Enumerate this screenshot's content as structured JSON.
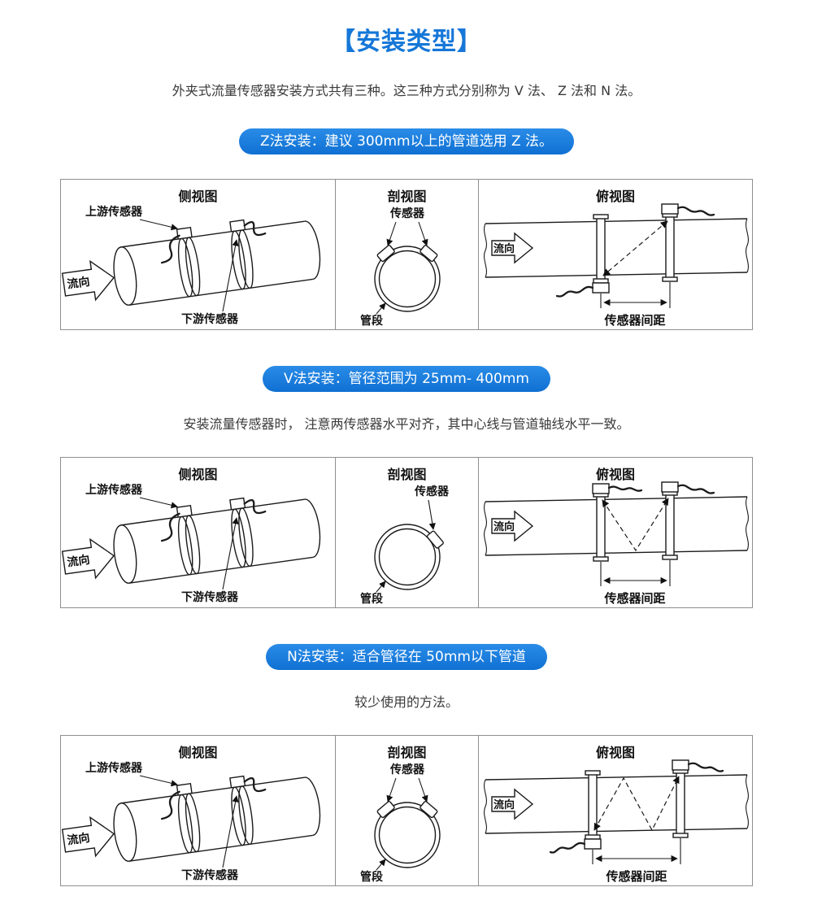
{
  "page": {
    "title": "【安装类型】",
    "intro": "外夹式流量传感器安装方式共有三种。这三种方式分别称为 V 法、 Z 法和 N 法。",
    "title_color": "#1577d8",
    "badge_color": "#1478dc"
  },
  "sections": [
    {
      "method": "Z",
      "badge": "Z法安装：建议 300mm以上的管道选用 Z 法。",
      "note": "",
      "views": {
        "side": "侧视图",
        "section": "剖视图",
        "top": "俯视图"
      },
      "labels": {
        "upstream": "上游传感器",
        "downstream": "下游传感器",
        "flow_side": "流向",
        "sensor": "传感器",
        "pipe": "管段",
        "flow_top": "流向",
        "spacing": "传感器间距"
      }
    },
    {
      "method": "V",
      "badge": "V法安装：管径范围为 25mm- 400mm",
      "note": "安装流量传感器时， 注意两传感器水平对齐，其中心线与管道轴线水平一致。",
      "views": {
        "side": "侧视图",
        "section": "剖视图",
        "top": "俯视图"
      },
      "labels": {
        "upstream": "上游传感器",
        "downstream": "下游传感器",
        "flow_side": "流向",
        "sensor": "传感器",
        "pipe": "管段",
        "flow_top": "流向",
        "spacing": "传感器间距"
      }
    },
    {
      "method": "N",
      "badge": "N法安装：适合管径在 50mm以下管道",
      "note": "较少使用的方法。",
      "views": {
        "side": "侧视图",
        "section": "剖视图",
        "top": "俯视图"
      },
      "labels": {
        "upstream": "上游传感器",
        "downstream": "下游传感器",
        "flow_side": "流向",
        "sensor": "传感器",
        "pipe": "管段",
        "flow_top": "流向",
        "spacing": "传感器间距"
      }
    }
  ]
}
